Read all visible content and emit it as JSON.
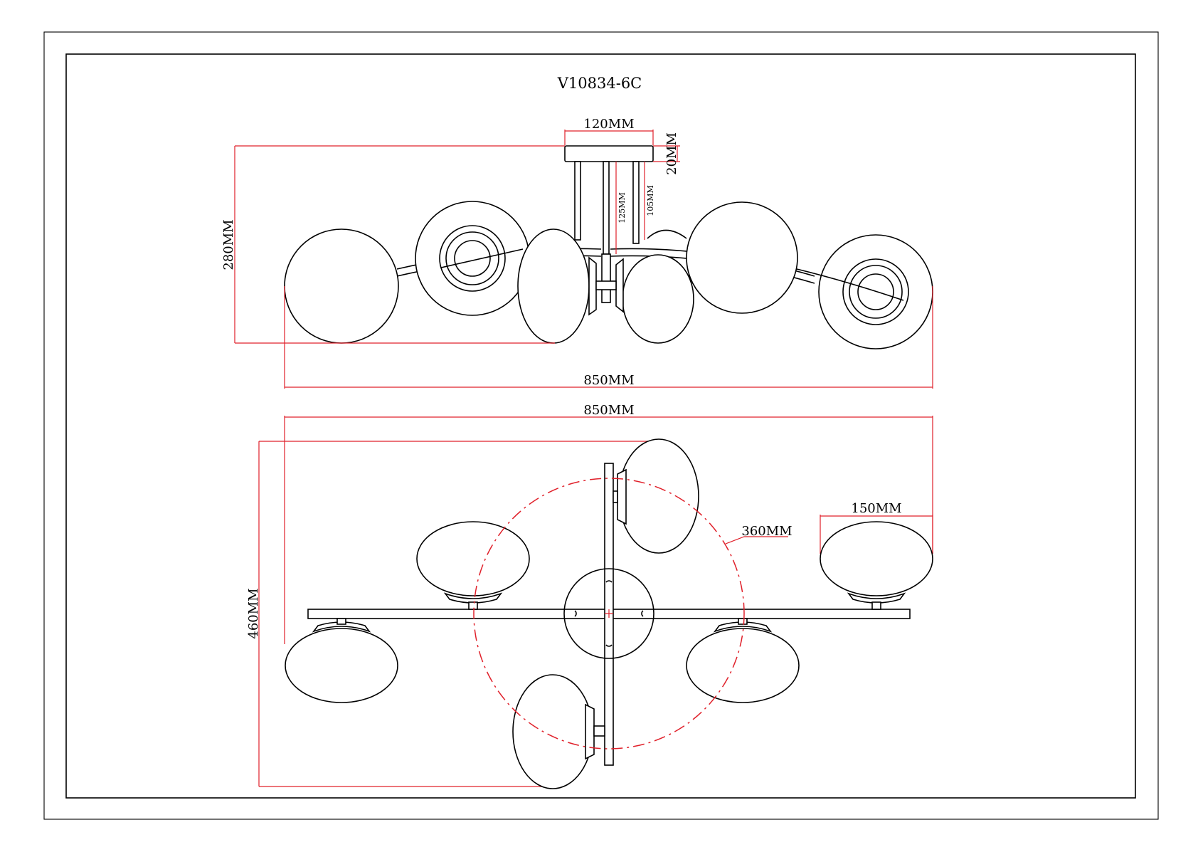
{
  "drawing": {
    "model": "V10834-6C",
    "dims": {
      "canopy_width": "120MM",
      "canopy_height": "20MM",
      "rod_long": "125MM",
      "rod_short": "105MM",
      "total_height": "280MM",
      "side_width": "850MM",
      "top_width": "850MM",
      "depth": "460MM",
      "shade_width": "150MM",
      "circle_diameter": "360MM"
    },
    "colors": {
      "line": "#000000",
      "dimension": "#e0202a"
    }
  }
}
